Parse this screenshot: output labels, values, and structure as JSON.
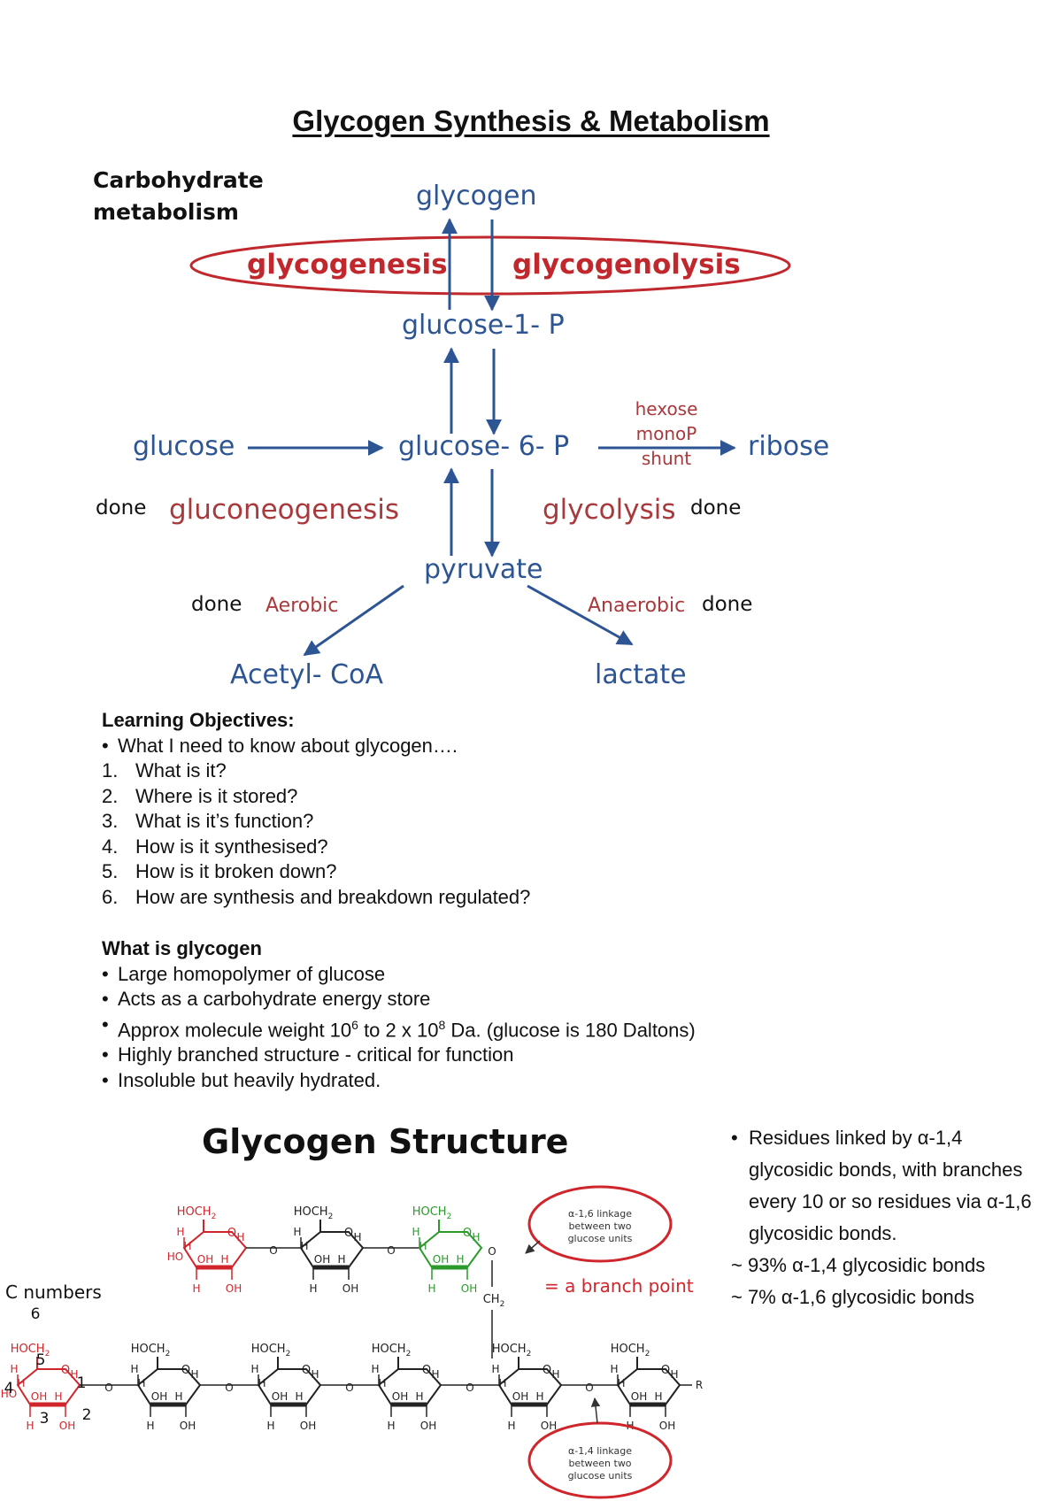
{
  "title": "Glycogen Synthesis & Metabolism",
  "diagram": {
    "heading_line1": "Carbohydrate",
    "heading_line2": "metabolism",
    "nodes": {
      "glycogen": "glycogen",
      "glucose_1_p": "glucose-1- P",
      "glucose": "glucose",
      "glucose_6_p": "glucose- 6- P",
      "ribose": "ribose",
      "pyruvate": "pyruvate",
      "acetyl_coa": "Acetyl- CoA",
      "lactate": "lactate"
    },
    "processes": {
      "glycogenesis": "glycogenesis",
      "glycogenolysis": "glycogenolysis",
      "hexose_line1": "hexose monoP",
      "hexose_line2": "shunt",
      "gluconeogenesis": "gluconeogenesis",
      "glycolysis": "glycolysis",
      "aerobic": "Aerobic",
      "anaerobic": "Anaerobic"
    },
    "done_labels": [
      "done",
      "done",
      "done",
      "done"
    ]
  },
  "objectives": {
    "heading": "Learning Objectives:",
    "intro": "What I need to know about glycogen….",
    "items": [
      {
        "num": "1.",
        "text": "What is it?"
      },
      {
        "num": "2.",
        "text": "Where is it stored?"
      },
      {
        "num": "3.",
        "text": "What is it’s function?"
      },
      {
        "num": "4.",
        "text": "How is it synthesised?"
      },
      {
        "num": "5.",
        "text": "How is it broken down?"
      },
      {
        "num": "6.",
        "text": "How are synthesis and breakdown regulated?"
      }
    ]
  },
  "what_is": {
    "heading": "What is glycogen",
    "bullets": [
      "Large homopolymer of glucose",
      "Acts as a carbohydrate energy store",
      "Highly branched structure - critical for function",
      "Insoluble but heavily hydrated."
    ],
    "weight_prefix": "Approx molecule weight 10",
    "weight_exp1": "6",
    "weight_mid": " to 2 x 10",
    "weight_exp2": "8",
    "weight_suffix": " Da. (glucose is 180 Daltons)"
  },
  "structure": {
    "title": "Glycogen Structure",
    "c_numbers": "C numbers",
    "branch_callout": "α-1,6 linkage between two glucose units",
    "branch_point": "= a branch point",
    "chain_callout": "α-1,4 linkage between two glucose units",
    "hoch2": "HOCH",
    "sub2": "2",
    "ch2": "CH",
    "h": "H",
    "oh": "OH",
    "ho": "HO",
    "o": "O",
    "r": "R",
    "c_labels": [
      "6",
      "5",
      "4",
      "1",
      "3",
      "2"
    ]
  },
  "side_notes": {
    "bullet": "Residues linked by α-1,4 glycosidic bonds, with branches every 10 or so residues via  α-1,6 glycosidic bonds.",
    "pct1": "~ 93% α-1,4 glycosidic bonds",
    "pct2": "~ 7% α-1,6 glycosidic bonds"
  },
  "colors": {
    "diagram_blue": "#2e5593",
    "diagram_red": "#c0282d",
    "callout_red": "#d0252b",
    "glucose_red": "#d0252b",
    "glucose_green": "#2a9a2a"
  }
}
